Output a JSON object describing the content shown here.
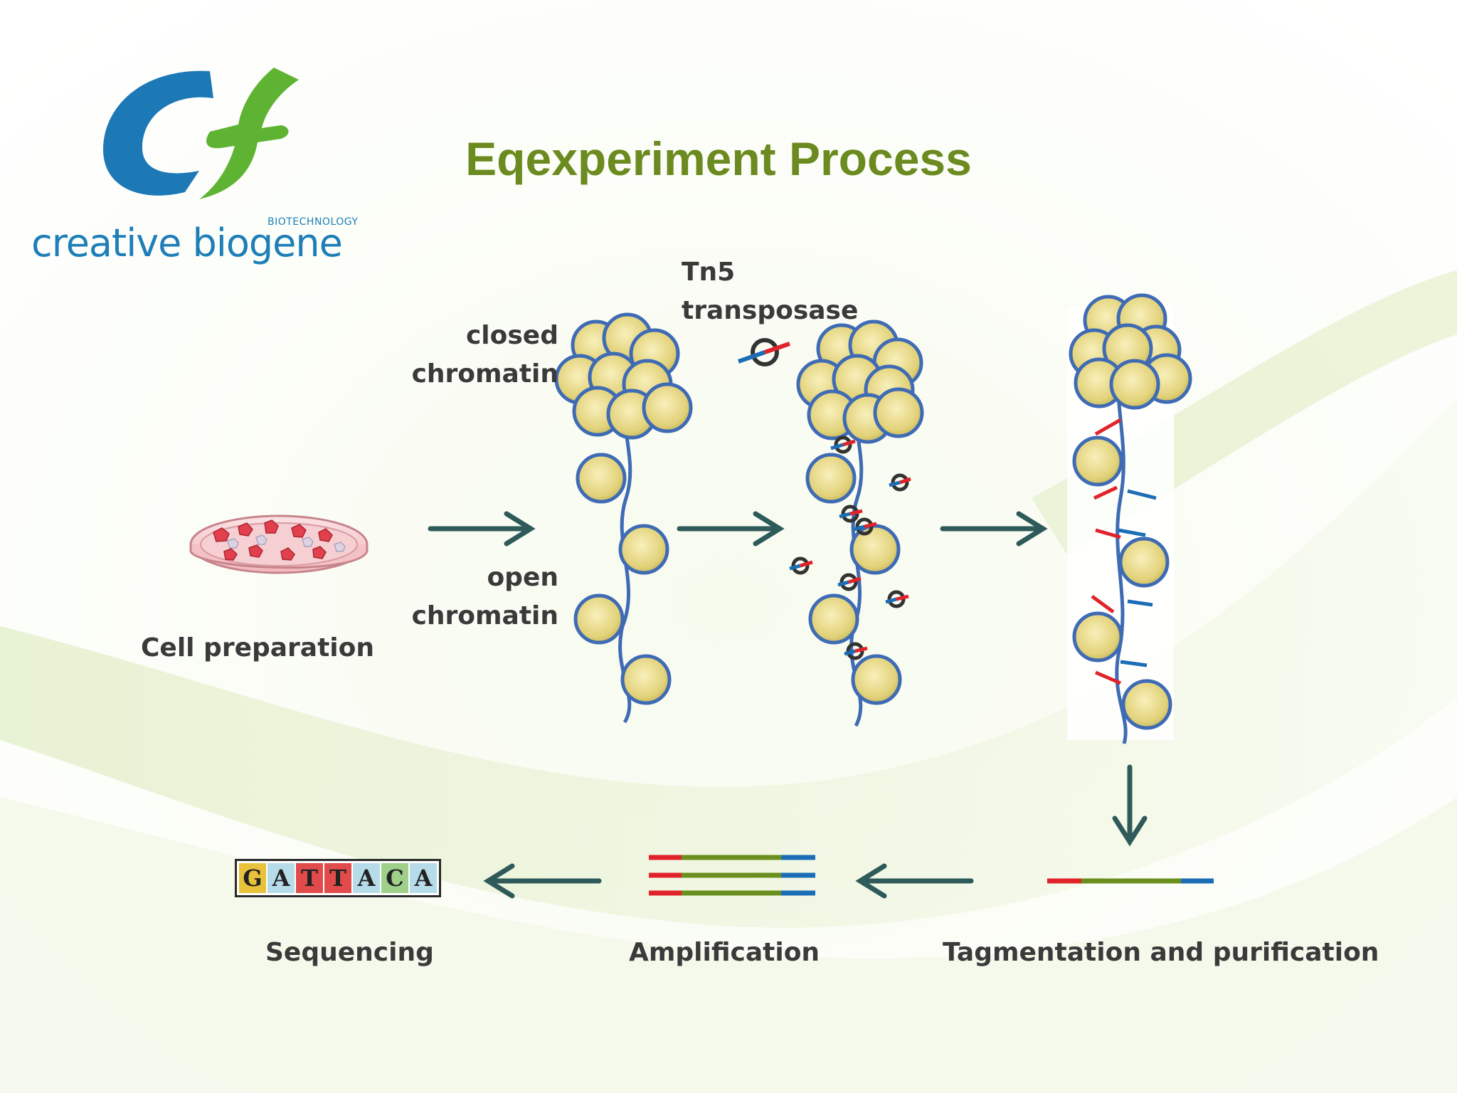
{
  "title": "Eqexperiment Process",
  "logo": {
    "name": "creative biogene",
    "tagline": "BIOTECHNOLOGY"
  },
  "labels": {
    "closed_line1": "closed",
    "closed_line2": "chromatin",
    "open_line1": "open",
    "open_line2": "chromatin",
    "tn5_line1": "Tn5",
    "tn5_line2": "transposase",
    "cell_preparation": "Cell preparation",
    "tagmentation": "Tagmentation and purification",
    "amplification": "Amplification",
    "sequencing": "Sequencing"
  },
  "sequence_letters": [
    "G",
    "A",
    "T",
    "T",
    "A",
    "C",
    "A"
  ],
  "sequence_colors": [
    "#e8c23a",
    "#b6dcea",
    "#e24b4b",
    "#e24b4b",
    "#b6dcea",
    "#9fd08a",
    "#b6dcea"
  ],
  "colors": {
    "title": "#6b8a1f",
    "arrow": "#2f5a5a",
    "nucleosome_fill": "#e9dd92",
    "nucleosome_ring": "#3f6bb5",
    "dna": "#3f6bb5",
    "adapter_red": "#e0232b",
    "adapter_blue": "#1b6db5",
    "fragment_green": "#6a8f1e"
  }
}
